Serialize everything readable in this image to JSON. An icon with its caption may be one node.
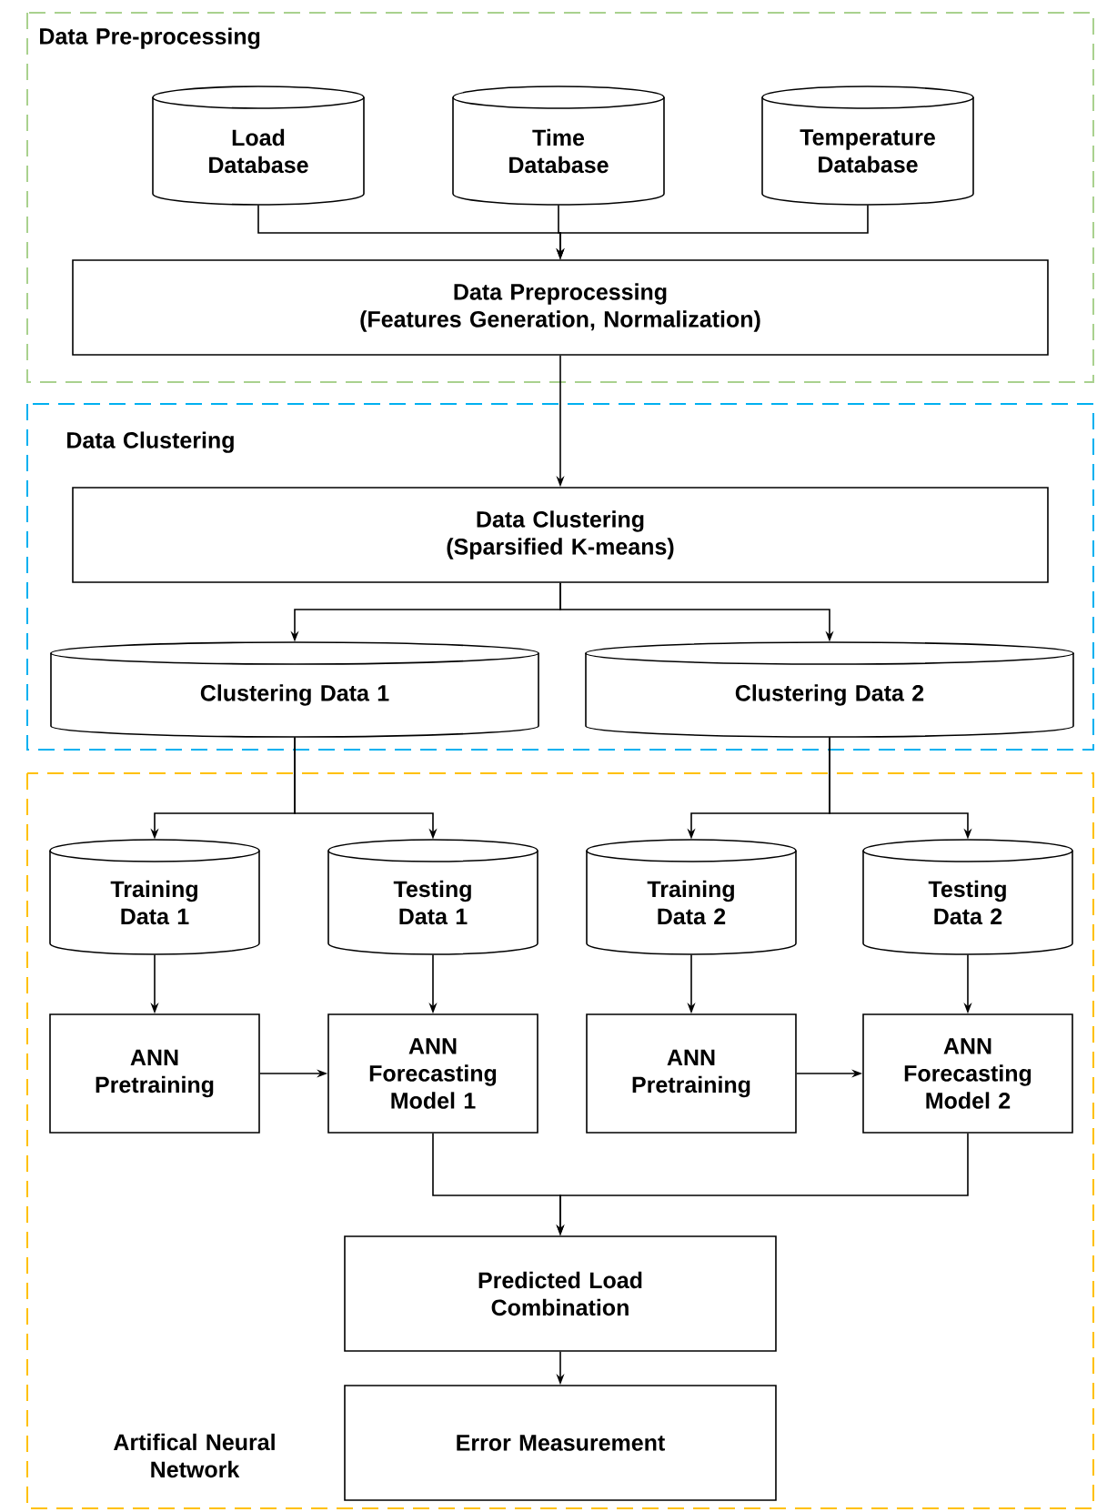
{
  "diagram": {
    "nodes": [
      {
        "text": [
          "Data Pre-processing"
        ]
      },
      {
        "text": [
          "Load Database"
        ],
        "in": 0
      },
      {
        "text": [
          "Time Database"
        ],
        "in": 0
      },
      {
        "text": [
          "Temperature Database"
        ],
        "in": 0
      },
      {
        "text": [
          "Data Preprocessing",
          "(Features Generation, Normalization)"
        ],
        "in": 0
      },
      {
        "text": [
          "Data Clustering"
        ]
      },
      {
        "text": [
          "Data Clustering",
          "(Sparsified K-means)"
        ],
        "in": 5
      },
      {
        "text": [
          "Clustering Data 1"
        ],
        "in": 5
      },
      {
        "text": [
          "Clustering Data 2"
        ],
        "in": 5
      },
      {
        "text": [
          "Artifical Neural Network"
        ]
      },
      {
        "text": [
          "Training Data 1"
        ],
        "in": 9
      },
      {
        "text": [
          "Testing Data 1"
        ],
        "in": 9
      },
      {
        "text": [
          "Training Data 2"
        ],
        "in": 9
      },
      {
        "text": [
          "Testing Data 2"
        ],
        "in": 9
      },
      {
        "text": [
          "ANN Pretraining"
        ],
        "in": 9
      },
      {
        "text": [
          "ANN Forecasting Model 1"
        ],
        "in": 9
      },
      {
        "text": [
          "ANN Pretraining"
        ],
        "in": 9
      },
      {
        "text": [
          "ANN Forecasting Model 2"
        ],
        "in": 9
      },
      {
        "text": [
          "Predicted Load Combination"
        ],
        "in": 9
      },
      {
        "text": [
          "Error Measurement"
        ],
        "in": 9
      }
    ],
    "edges": [
      {
        "from": 1,
        "to": 4,
        "arrow": "to"
      },
      {
        "from": 2,
        "to": 4,
        "arrow": "to"
      },
      {
        "from": 3,
        "to": 4,
        "arrow": "to"
      },
      {
        "from": 4,
        "to": 6,
        "arrow": "to"
      },
      {
        "from": 6,
        "to": 7,
        "arrow": "to"
      },
      {
        "from": 6,
        "to": 8,
        "arrow": "to"
      },
      {
        "from": 7,
        "to": 10,
        "arrow": "to"
      },
      {
        "from": 7,
        "to": 11,
        "arrow": "to"
      },
      {
        "from": 8,
        "to": 12,
        "arrow": "to"
      },
      {
        "from": 8,
        "to": 13,
        "arrow": "to"
      },
      {
        "from": 10,
        "to": 14,
        "arrow": "to"
      },
      {
        "from": 11,
        "to": 15,
        "arrow": "to"
      },
      {
        "from": 12,
        "to": 16,
        "arrow": "to"
      },
      {
        "from": 13,
        "to": 17,
        "arrow": "to"
      },
      {
        "from": 14,
        "to": 15,
        "arrow": "to"
      },
      {
        "from": 16,
        "to": 17,
        "arrow": "to"
      },
      {
        "from": 15,
        "to": 18,
        "arrow": "to"
      },
      {
        "from": 17,
        "to": 18,
        "arrow": "to"
      },
      {
        "from": 18,
        "to": 19,
        "arrow": "to"
      }
    ]
  }
}
